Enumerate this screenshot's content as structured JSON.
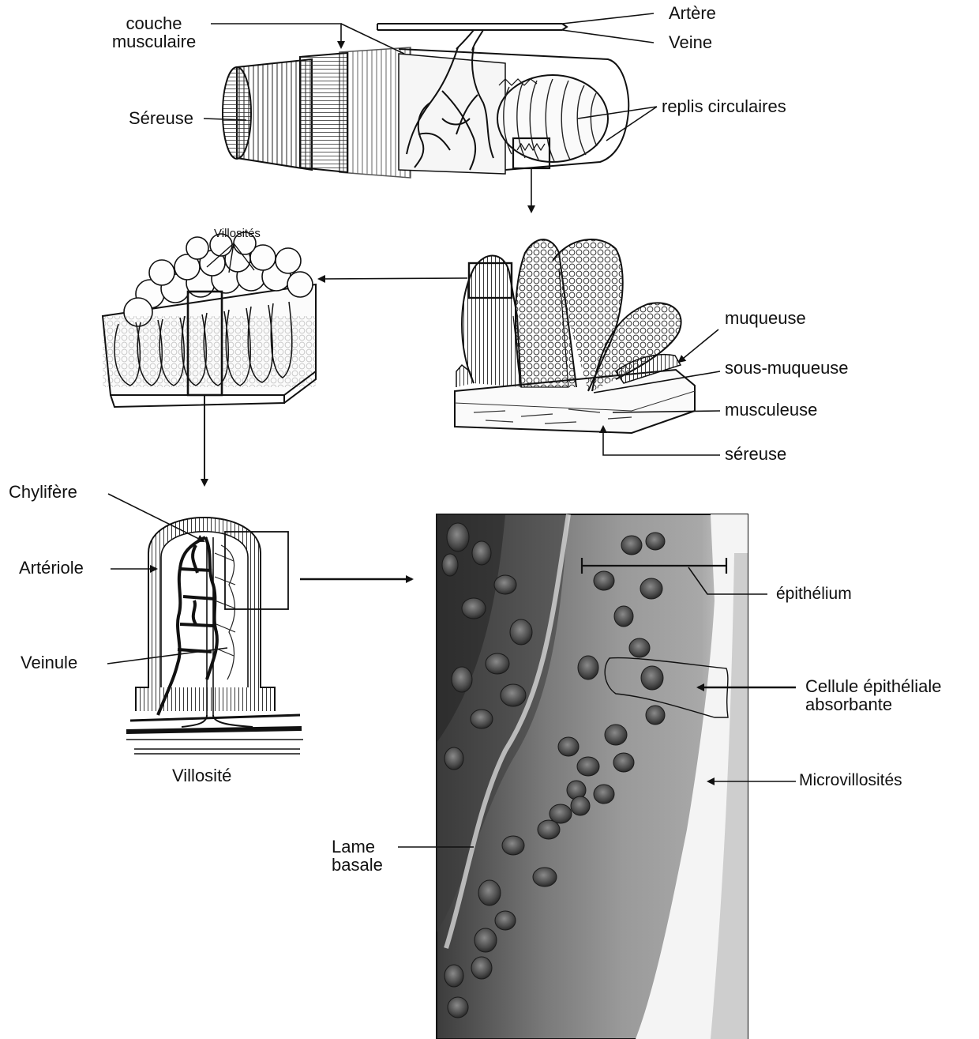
{
  "top_section": {
    "couche_musculaire": "couche\nmusculaire",
    "sereuse": "Séreuse",
    "artere": "Artère",
    "veine": "Veine",
    "replis_circulaires": "replis circulaires"
  },
  "middle_section": {
    "villosites": "Villosités",
    "muqueuse": "muqueuse",
    "sous_muqueuse": "sous-muqueuse",
    "musculeuse": "musculeuse",
    "sereuse": "séreuse"
  },
  "villus_section": {
    "chylifere": "Chylifère",
    "arteriole": "Artériole",
    "veinule": "Veinule",
    "caption": "Villosité"
  },
  "micrograph_section": {
    "epithelium": "épithélium",
    "cellule": "Cellule épithéliale\nabsorbante",
    "microvillosites": "Microvillosités",
    "lame_basale": "Lame\nbasale"
  }
}
